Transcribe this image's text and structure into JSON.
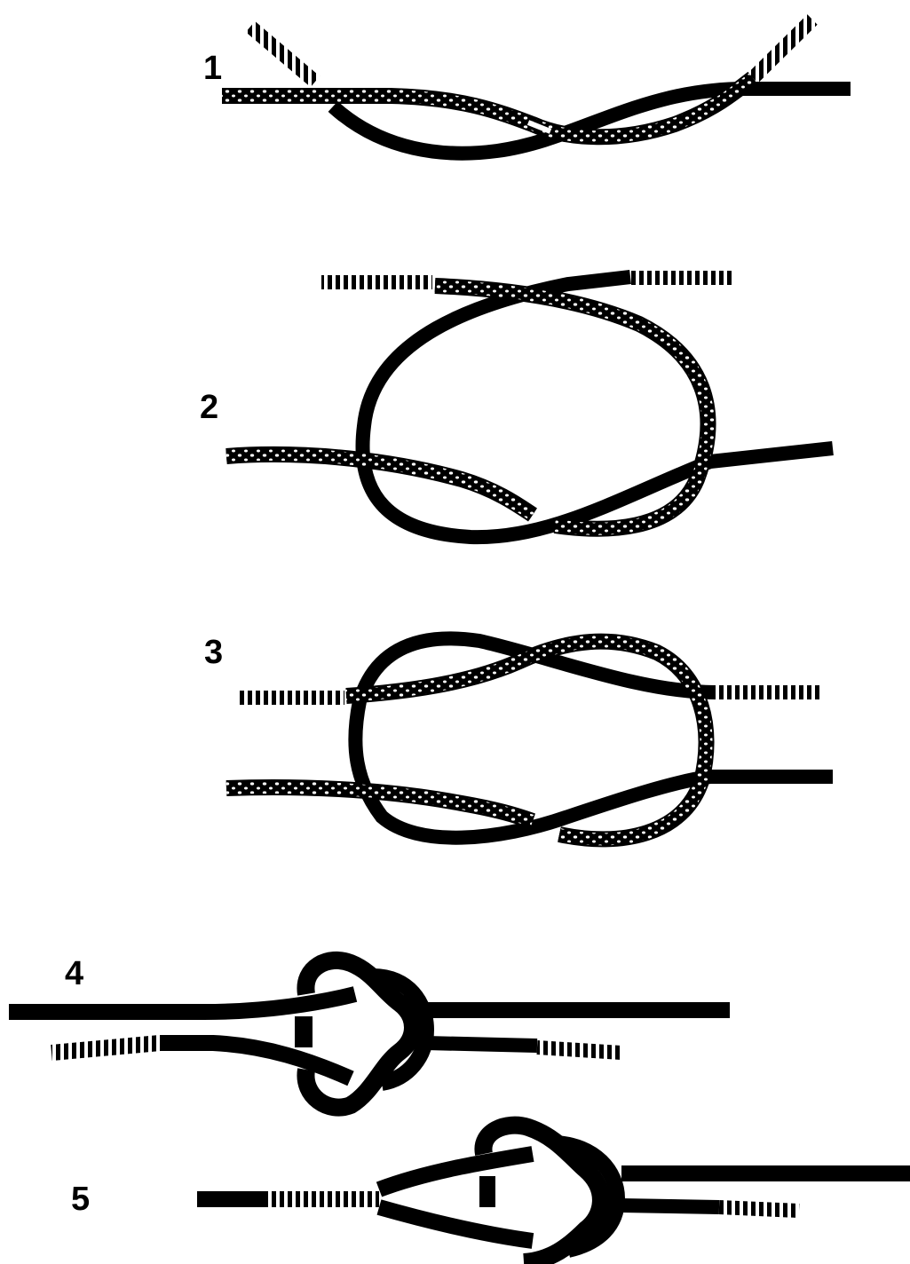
{
  "steps": [
    {
      "number": "1"
    },
    {
      "number": "2"
    },
    {
      "number": "3"
    },
    {
      "number": "4"
    },
    {
      "number": "5"
    }
  ],
  "colors": {
    "rope_solid": "#000000",
    "rope_dotted_fill": "#000000",
    "rope_dots": "#ffffff",
    "background": "#ffffff"
  }
}
